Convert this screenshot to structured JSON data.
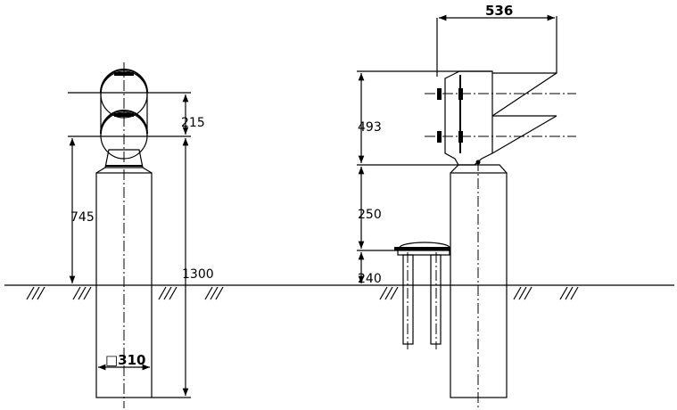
{
  "dimensions": {
    "left_head_gap": "215",
    "left_post_height": "745",
    "left_total_height": "1300",
    "left_post_width": "□310",
    "right_head_width": "536",
    "right_head_height": "493",
    "right_post_height": "250",
    "right_lamp_height": "240"
  }
}
